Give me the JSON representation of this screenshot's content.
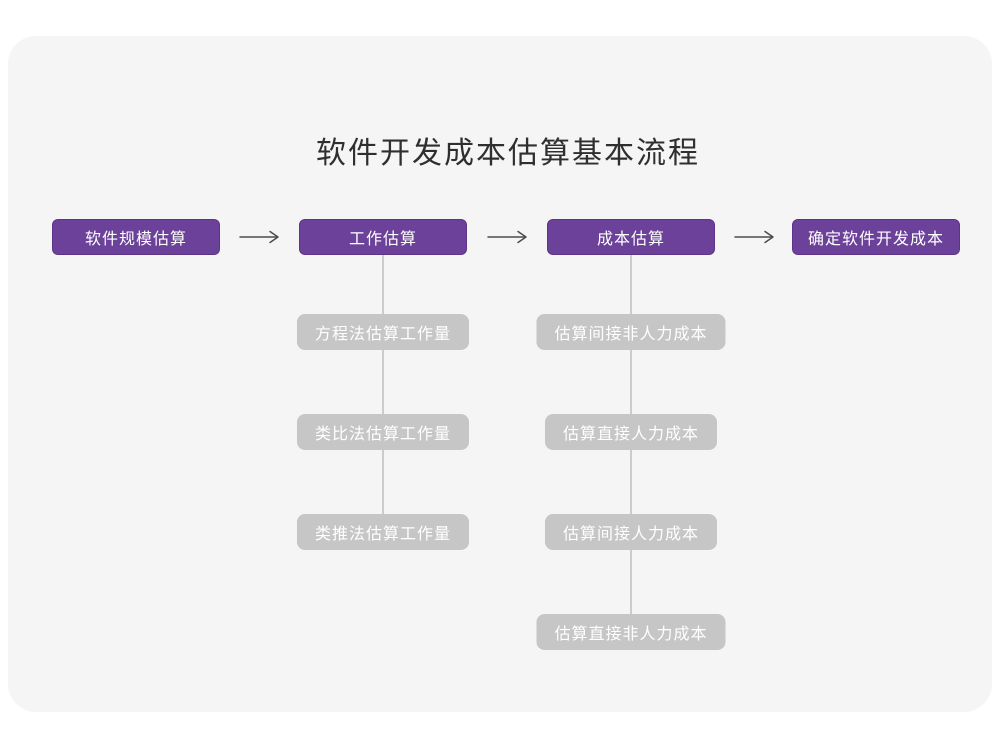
{
  "title": "软件开发成本估算基本流程",
  "colors": {
    "page_background": "#ffffff",
    "card_background": "#f5f5f6",
    "main_box_fill": "#6c4199",
    "main_box_border": "#5c3487",
    "sub_box_fill": "#c6c6c6",
    "connector_line": "#cccccc",
    "arrow": "#4c4c4c",
    "title_text": "#2f2f2f",
    "box_text": "#ffffff"
  },
  "flow": {
    "type": "flowchart",
    "direction": "left-to-right",
    "main_steps": [
      {
        "label": "软件规模估算",
        "sub_steps": []
      },
      {
        "label": "工作估算",
        "sub_steps": [
          "方程法估算工作量",
          "类比法估算工作量",
          "类推法估算工作量"
        ]
      },
      {
        "label": "成本估算",
        "sub_steps": [
          "估算间接非人力成本",
          "估算直接人力成本",
          "估算间接人力成本",
          "估算直接非人力成本"
        ]
      },
      {
        "label": "确定软件开发成本",
        "sub_steps": []
      }
    ]
  }
}
